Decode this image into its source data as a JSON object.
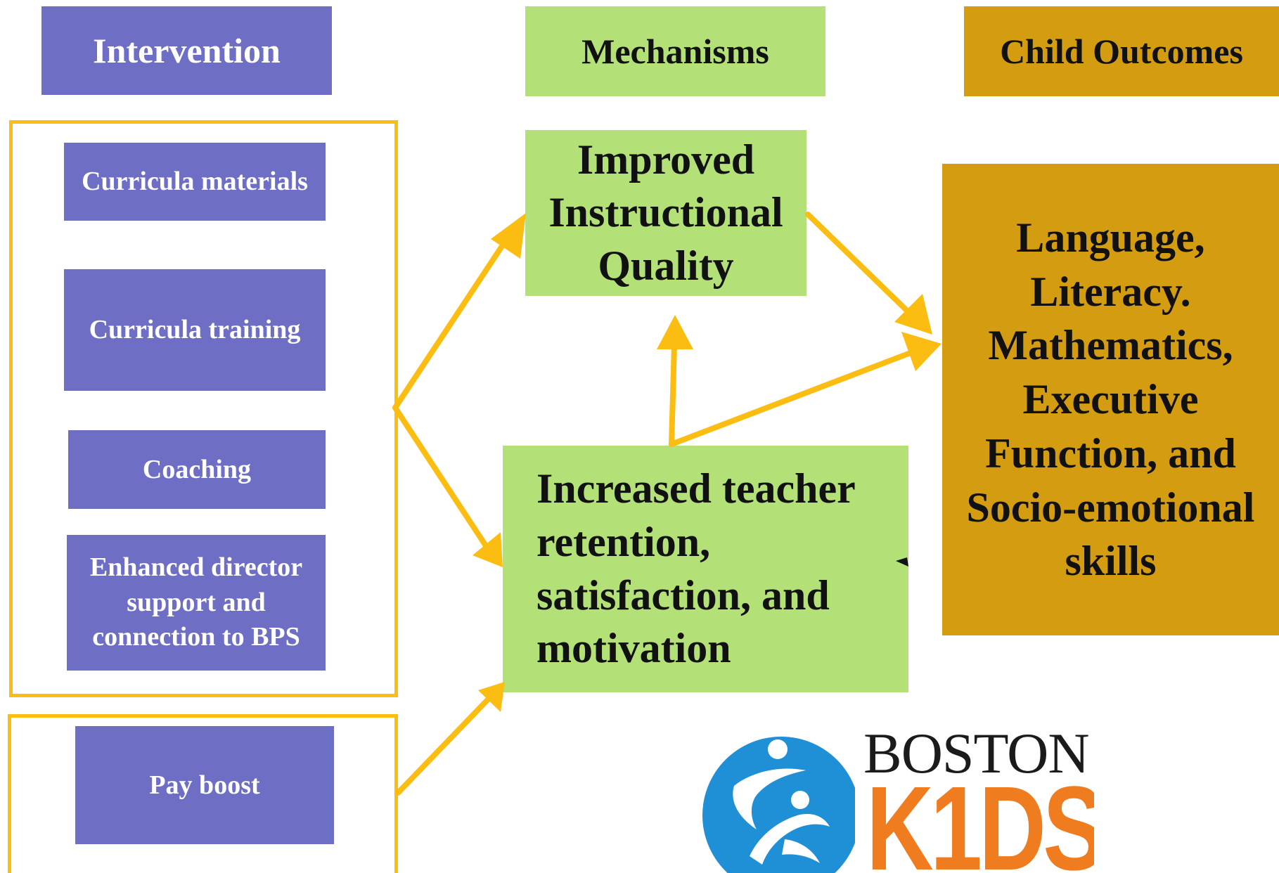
{
  "headers": {
    "intervention": "Intervention",
    "mechanisms": "Mechanisms",
    "child_outcomes": "Child Outcomes"
  },
  "interventions": {
    "curricula_materials": "Curricula materials",
    "curricula_training": "Curricula training",
    "coaching": "Coaching",
    "director_support": "Enhanced director support and connection to BPS",
    "pay_boost": "Pay boost"
  },
  "mechanisms": {
    "instructional_quality": "Improved Instructional Quality",
    "teacher_retention": "Increased teacher retention, satisfaction, and motivation"
  },
  "outcomes": {
    "skills": "Language, Literacy. Mathematics, Executive Function, and Socio-emotional skills"
  },
  "logo": {
    "line1": "BOSTON",
    "line2": "K1DS"
  },
  "colors": {
    "intervention": "#6e6ec5",
    "mechanism": "#b3e077",
    "outcome": "#d49d11",
    "arrow": "#fbbd12",
    "logo_blue": "#1f8fd6",
    "logo_orange": "#ef7c1f"
  }
}
